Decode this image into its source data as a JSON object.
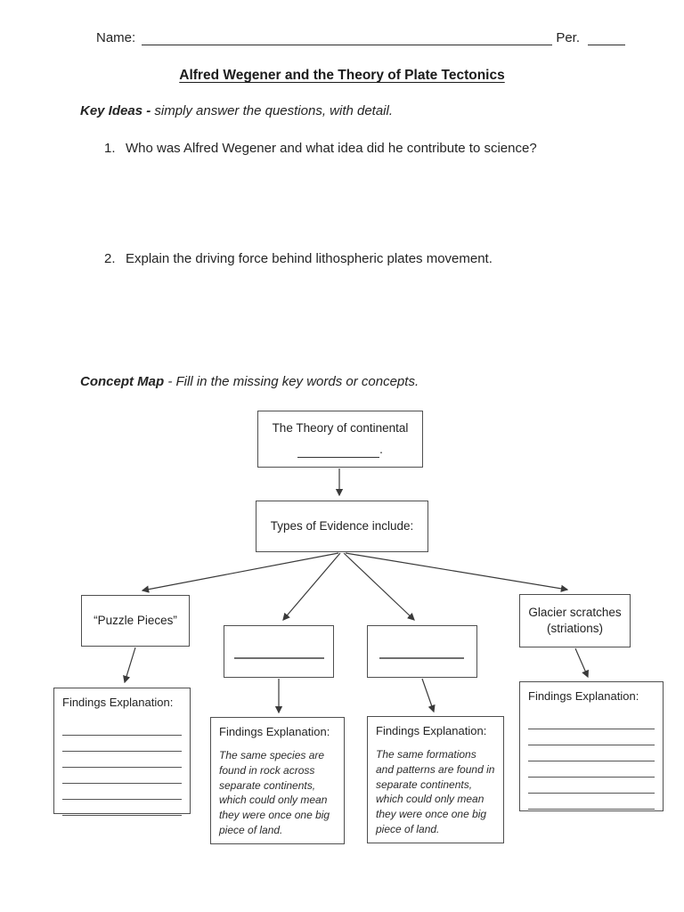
{
  "header": {
    "name_label": "Name:",
    "per_label": "Per.",
    "title": "Alfred Wegener and the Theory of Plate Tectonics"
  },
  "key_ideas": {
    "heading": "Key Ideas -",
    "instruction": "simply answer the questions, with detail."
  },
  "questions": [
    {
      "number": "1.",
      "text": "Who was Alfred Wegener and what idea did he contribute to science?"
    },
    {
      "number": "2.",
      "text": "Explain the driving force behind lithospheric plates movement."
    }
  ],
  "concept_map": {
    "heading": "Concept Map",
    "instruction": "- Fill in the missing key words or concepts.",
    "root_box_line1": "The Theory of continental",
    "root_box_suffix": ".",
    "types_box_label": "Types of Evidence include:",
    "branch_puzzle_label": "“Puzzle Pieces”",
    "branch_glacier_label": "Glacier scratches (striations)",
    "findings_label": "Findings Explanation:",
    "species_finding": "The same species are found in rock across separate continents, which could only mean they were once one big piece of land.",
    "formations_finding": "The same formations and patterns are found in separate continents, which could only mean they were once one big piece of land."
  }
}
